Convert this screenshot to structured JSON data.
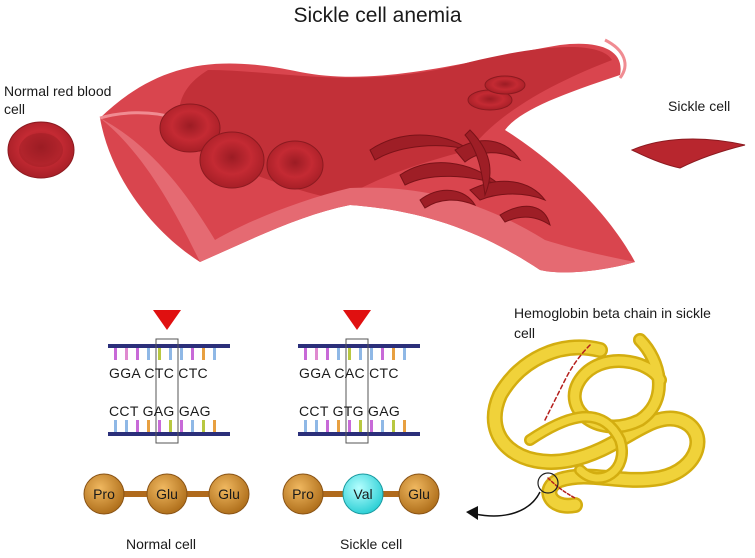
{
  "title": "Sickle cell anemia",
  "labels": {
    "normal_rbc": "Normal red blood cell",
    "sickle_cell": "Sickle cell",
    "hemoglobin": "Hemoglobin beta chain in sickle cell"
  },
  "dna": {
    "normal": {
      "top": "GGA CTC CTC",
      "bottom": "CCT GAG GAG"
    },
    "sickle": {
      "top": "GGA CAC CTC",
      "bottom": "CCT GTG GAG"
    }
  },
  "chains": {
    "normal": {
      "caption": "Normal cell",
      "aminoacids": [
        "Pro",
        "Glu",
        "Glu"
      ]
    },
    "sickle": {
      "caption": "Sickle cell",
      "aminoacids": [
        "Pro",
        "Val",
        "Glu"
      ]
    }
  },
  "colors": {
    "vessel": "#c8323a",
    "rbc": "#b8262e",
    "aa_normal": "#c98a2f",
    "aa_mutant": "#4fe6e6",
    "marker": "#e01010",
    "protein": "#e8c526"
  }
}
